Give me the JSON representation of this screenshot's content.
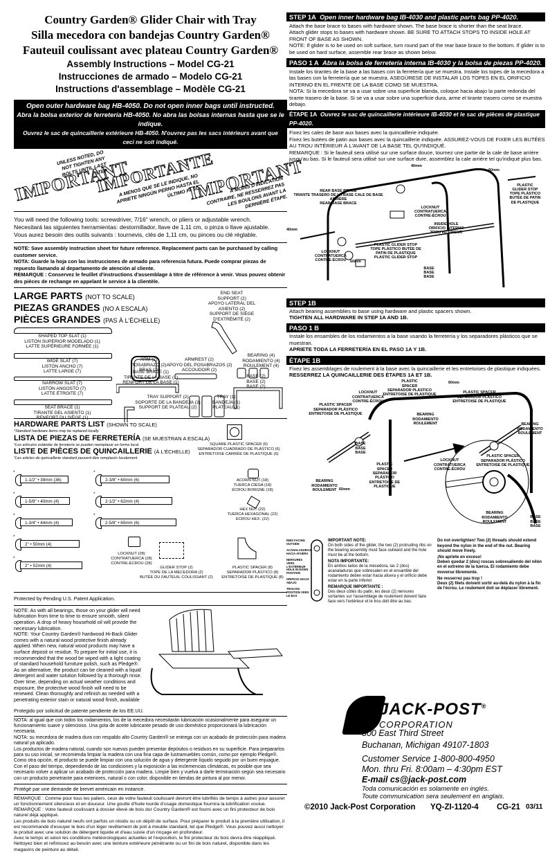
{
  "titles": {
    "en": "Country Garden® Glider Chair with Tray",
    "es": "Silla mecedora con bandejas Country Garden®",
    "fr": "Fauteuil coulissant avec plateau Country Garden®",
    "assembly_en": "Assembly Instructions – Model CG-21",
    "assembly_es": "Instrucciones de armado – Modelo CG-21",
    "assembly_fr": "Instructions d'assemblage – Modèle CG-21"
  },
  "outer_bag": {
    "en": "Open outer hardware bag HB-4050. Do not open inner bags until instructed.",
    "es": "Abra la bolsa exterior de ferretería HB-4050. No abra las bolsas internas hasta que se le indique.",
    "fr": "Ouvrez le sac de quincaillerie extérieure HB-4050. N'ouvrez pas les sacs intérieurs avant que ceci ne soit indiqué."
  },
  "important": {
    "word_en": "IMPORTANT",
    "word_es": "IMPORTANTE",
    "word_fr": "IMPORTANT",
    "text_en": "UNLESS NOTED, DO NOT TIGHTEN ANY BOLTS UNTIL LAST STEP.",
    "text_es": "A MENOS QUE SE LE INDIQUE, NO APRIETE NINGÚN PERNO HASTA EL ÚLTIMO PASO.",
    "text_fr": "À MOINS D'INDICATION CONTRAIRE, NE RESSERREZ PAS LES BOULONS AVANT LA DERNIÈRE ÉTAPE."
  },
  "tools": {
    "en": "You will need the following tools: screwdriver, 7/16\" wrench, or pliers or adjustable wrench.",
    "es": "Necesitará las siguientes herramientas: destornillador, llave de 1,11 cm, o pinza o llave ajustable.",
    "fr": "Vous aurez besoin des outils suivants : tournevis, clés de 1,11 cm, ou pinces ou clé réglable."
  },
  "save_note": {
    "en": "NOTE: Save assembly instruction sheet for future reference. Replacement parts can be purchased by calling customer service.",
    "es": "NOTA: Guarde la hoja con las instrucciones de armado para referencia futura. Puede comprar piezas de repuesto llamando al departamento de atención al cliente.",
    "fr": "REMARQUE : Conservez le feuillet d'instructions d'assemblage à titre de référence à venir. Vous pouvez obtenir des pièces de rechange en appelant le service à la clientèle."
  },
  "large_parts": {
    "h_en": "LARGE PARTS",
    "h_en_small": "(NOT TO SCALE)",
    "h_es": "PIEZAS GRANDES",
    "h_es_small": "(NO A ESCALA)",
    "h_fr": "PIÈCES GRANDES",
    "h_fr_small": "(PAS À L'ÉCHELLE)",
    "shaped_slat": "SHAPED TOP SLAT (1)\nLISTÓN SUPERIOR MODELADO (1)\nLATTE SUPÉRIEURE FORMÉE (1)",
    "wide_slat": "WIDE SLAT (7)\nLISTÓN ANCHO (7)\nLATTE LARGE (7)",
    "narrow_slat": "NARROW SLAT (7)\nLISTÓN ANGOSTO (7)\nLATTE ÉTROITE (7)",
    "seat_brace": "SEAT BRACE (1)\nTIRANTE DEL ASIENTO (1)\nRENFORT DU SIÈGE (1)",
    "arm": "ARM (2)\nPOSABRAZO (2)\nBRAS (2)",
    "end_seat_support": "END SEAT\nSUPPORT (2)\nAPOYO LATERAL DEL\nASIENTO (2)\nSUPPORT DE SIÈGE\nD'EXTRÉMITÉ (2)",
    "armrest": "ARMREST (2)\nAPOYO DEL POSABRAZOS (2)\nACCOUDOIR (2)",
    "bearing": "BEARING (4)\nRODAMIENTO (4)\nROULEMENT (4)",
    "base_brace": "BASE BRACE (1)\nTIRANTE DE LA BASE (1)\nRENFORT DE LA BASE (1)",
    "base": "BASE (2)\nBASE (2)\nBASE (2)",
    "tray_support": "TRAY SUPPORT (2)\nSOPORTE DE LA BANDEJA (2)\nSUPPORT DE PLATEAU (2)",
    "tray": "TRAY (1)\nBANDEJA (1)\nPLATEAU (1)"
  },
  "hardware": {
    "h_en": "HARDWARE PARTS LIST",
    "h_en_small": "(SHOWN TO SCALE)",
    "n_en": "*Standard hardware items may be replaced locally.",
    "h_es": "LISTA DE PIEZAS DE FERRETERÍA",
    "h_es_small": "(SE MUESTRAN A ESCALA)",
    "n_es": "*Los artículos estándar de ferretería se pueden reemplazar en forma local.",
    "h_fr": "LISTE DE PIÈCES DE QUINCAILLERIE",
    "h_fr_small": "(À L'ÉCHELLE)",
    "n_fr": "*Les articles de quincaillerie standard peuvent être remplacés localement.",
    "bolts_left": [
      "1-1/2\" • 39mm (36)",
      "1-5/8\" • 40mm (4)",
      "1-3/4\" • 44mm (4)",
      "2\" • 50mm (4)",
      "2\" • 52mm (4)"
    ],
    "bolts_right": [
      "2-3/8\" • 60mm (6)",
      "2-1/2\" • 62mm (4)",
      "2-5/8\" • 65mm (6)"
    ],
    "square_spacer": "SQUARE PLASTIC SPACER (6)\nSEPARADOR CUADRADO DE PLÁSTICO (6)\nENTRETOISE CARRÉE DE PLASTIQUE (6)",
    "acorn_nut": "ACORN NUT (18)\nTUERCA CIEGA (18)\nÉCROU BORGNE (18)",
    "hex_nut": "HEX NUT (22)\nTUERCA HEXAGONAL (22)\nÉCROU HEX. (22)",
    "locknut": "LOCKNUT (28)\nCONTRATUERCA (28)\nCONTRE-ÉCROU (28)",
    "glider_stop": "GLIDER STOP (2)\nTOPE DE LA MECEDORA (2)\nBUTÉE DU FAUTEUIL COULISSANT (2)",
    "plastic_spacer": "PLASTIC SPACER (8)\nSEPARADOR PLÁSTICO (8)\nENTRETOISE DE PLASTIQUE (8)",
    "star": "*"
  },
  "patent": {
    "en": "Protected by Pending U.S. Patent Application.",
    "es": "Protegido por solicitud de patente pendiente de los EE.UU.",
    "fr": "Protégé par une demande de brevet américain en instance."
  },
  "care_en": "NOTE: As with all bearings, those on your glider will need lubrication from time to time to ensure smooth, silent operation. A drop of heavy household oil will provide the necessary lubrication.\nNOTE: Your Country Garden® hardwood Hi-Back Glider comes with a natural wood protective finish already applied. When new, natural wood products may have a surface deposit or residue. To prepare for initial use, it is recommended that the wood be wiped with a light coating of standard household furniture polish, such as Pledge®. As an alternative, the product can be cleaned with a liquid detergent and water solution followed by a thorough rinse.\nOver time, depending on actual weather conditions and exposure, the protective wood finish will need to be renewed. Clean thoroughly and refinish as needed with a penetrating exterior stain or natural wood finish, available at retail paint stores.",
  "care_es": "NOTA: al igual que con todos los rodamientos, los de la mecedora necesitarán lubricación ocasionalmente para asegurar un funcionamiento suave y silencioso. Una gota de aceite lubricante pesado de uso doméstico proporcionará la lubricación necesaria.\nNOTA: su mecedora de madera dura con respaldo alto Country Garden® se entrega con un acabado de protección para madera natural ya aplicado.\nLos productos de madera natural, cuando son nuevos pueden presentar depósitos o residuos en su superficie. Para prepararlos para su uso inicial, se recomienda limpiar la madera con una fina capa de lustramuebles común, como por ejemplo Pledge®. Como otra opción, el producto se puede limpiar con una solución de agua y detergente líquido seguido por un buen enjuague.\nCon el paso del tiempo, dependiendo de las condiciones y la exposición a las inclemencias climáticas, es posible que sea necesario volver a aplicar un acabado de protección para madera. Limpie bien y vuelva a darle terminación según sea necesario con un producto penetrante para exteriores, natural o con color, disponible en tiendas de pintura al por menor.",
  "care_fr": "REMARQUE : Comme pour tous les paliers, ceux de votre fauteuil coulissant devront être lubrifiés de temps à autres pour assurer un fonctionnement silencieux et en douceur. Une goutte d'huile lourde d'usage domestique fournira la lubrification voulue.\nREMARQUE : Votre fauteuil coulissant à dossier élevé de bois dur Country Garden® est fourni avec un fini protecteur de bois naturel déjà appliqué.\nLes produits de bois naturel neufs ont parfois un résidu ou un dépôt de surface. Pour préparer le produit à la première utilisation, il est recommandé d'essuyer le bois d'un léger revêtement de poli à meuble standard, tel que Pledge®. Vous pouvez aussi nettoyer le produit avec une solution de détergent liquide et d'eau suivie d'un rinçage en profondeur.\nAvec le temps et selon les conditions météorologiques actuelles et l'exposition, le fini protecteur du bois devra être réappliqué. Nettoyez bien et refinissez au besoin avec une teinture extérieure pénétrante ou un fini de bois naturel, disponible dans les magasins de peinture au détail.",
  "step1a": {
    "bar_en": "STEP 1A",
    "t_en": "Open inner hardware bag IB-4030 and plastic parts bag PP-4020.",
    "p_en": "Attach the base brace to bases with hardware shown. The base brace is shorter than the seat brace.\nAttach glider stops to bases with hardware shown. BE SURE TO ATTACH STOPS TO INSIDE HOLE AT FRONT OF BASE AS SHOWN.\nNOTE: If glider is to be used on soft surface, turn round part of the rear base brace to the bottom. If glider is to be used on hard surface, assemble rear brace as shown below.",
    "bar_es": "PASO 1 A",
    "t_es": "Abra la bolsa de ferretería interna IB-4030 y la bolsa de piezas PP-4020.",
    "p_es": "Instale los tirantes de la base a las bases con la ferretería que se muestra. Instale los topes de la mecedora a las bases con la ferretería que se muestra. ASEGÚRESE DE INSTALAR LOS TOPES EN EL ORIFICIO INTERNO EN EL FRENTE DE LA BASE COMO SE MUESTRA.\nNOTA: Si la mecedora se va a usar sobre una superficie blanda, coloque hacia abajo la parte redonda del tirante trasero de la base. Si se va a usar sobre una superficie dura, arme el tirante trasero como se muestra debajo.",
    "bar_fr": "ÉTAPE 1A",
    "t_fr": "Ouvrez le sac de quincaillerie intérieure IB-4030 et le sac de pièces de plastique PP-4020.",
    "p_fr": "Fixez les cales de base aux bases avec la quincaillerie indiquée.\nFixez les butées de patin aux bases avec la quincaillerie indiquée. ASSUREZ-VOUS DE FIXER LES BUTÉES AU TROU INTÉRIEUR À L'AVANT DE LA BASE TEL QU'INDIQUÉ.\nREMARQUE : Si le fauteuil sera utilisé sur une surface douce, tournez une partie de la cale de base arrière jusqu'au bas. Si le fauteuil sera utilisé sur une surface dure, assemblez la cale arrière tel qu'indiqué plus bas."
  },
  "diagram1a": {
    "d40a": "40mm",
    "d60": "60mm",
    "rear_base_brace": "REAR BASE BRACE\nTIRANTE TRASERO DE LA BASE CALE DE BASE ARRIÈRE\nREAR BASE BRACE",
    "plastic_glider_stop_r": "PLASTIC\nGLIDER STOP\nTOPE PLÁSTICO\nBUTÉE DE PATIN\nDE PLASTIQUE",
    "locknut_r": "LOCKNUT\nCONTRATUERCA\nCONTRE-ÉCROU",
    "inside_hole": "INSIDE HOLE\nORIFICIO INTERNO\nTROU INTÉRIEUR",
    "d40b": "40mm",
    "locknut_l": "LOCKNUT\nCONTRATUERCA\nCONTRE-ÉCROU",
    "d60b": "60mm",
    "plastic_glider_stop_c": "PLASTIC GLIDER STOP\nTOPE PLÁSTICO BUTÉE DE\nPATIN DE PLASTIQUE\nPLASTIC GLIDER STOP",
    "base": "BASE\nBASE\nBASE"
  },
  "step1b": {
    "bar_en": "STEP 1B",
    "p_en": "Attach bearing assemblies to base using hardware and plastic spacers shown.",
    "b_en": "TIGHTEN ALL HARDWARE IN STEP 1A AND 1B.",
    "bar_es": "PASO 1 B",
    "p_es": "Instale los ensambles de los rodamientos a la base usando la ferretería y los separadores plásticos que se muestran.",
    "b_es": "APRIETE TODA LA FERRETERÍA EN EL PASO 1A Y 1B.",
    "bar_fr": "ÉTAPE 1B",
    "p_fr": "Fixez les assemblages de roulement à la base avec la quincaillerie et les entretoises de plastique indiquées.",
    "b_fr": "RESSERREZ LA QUINCAILLERIE DES ÉTAPES 1A ET 1B."
  },
  "diagram1b": {
    "spacer_top": "PLASTIC\nSPACER\nSEPARADOR PLÁSTICO\nENTRETOISE DE PLASTIQUE",
    "d60": "60mm",
    "locknut_l": "LOCKNUT\nCONTRATUERCA\nCONTRE-ÉCROU",
    "spacer_l": "PLASTIC SPACER\nSEPARADOR PLÁSTICO\nENTRETOISE DE PLASTIQUE",
    "spacer_r": "PLASTIC SPACER\nSEPARADOR PLÁSTICO\nENTRETOISE DE PLASTIQUE",
    "bearing_c": "BEARING\nRODAMIENTO\nROULEMENT",
    "bearing_r": "BEARING\nRODAMIENTO\nROULEMENT",
    "base": "BASE\nBASE\nBASE",
    "locknut_c": "LOCKNUT\nCONTRATUERCA\nCONTRE-ÉCROU",
    "spacer_c": "PLASTIC\nSPACER\nSEPARADOR\nPLÁSTICO\nENTRETOISE DE\nPLASTIQUE",
    "bearing_bl": "BEARING\nRODAMIENTO\nROULEMENT",
    "d60b": "60mm",
    "spacer_zoom": "PLASTIC SPACER\nSEPARADOR PLÁSTICO\nENTRETOISE DE PLASTIQUE",
    "bearing_zoom": "BEARING\nRODAMIENTO\nROULEMENT",
    "base_zoom": "BASE\nBASE\nBASE"
  },
  "bearing_note": {
    "legend": [
      "RIBS FACING OUTSIDE",
      "ACANALADURAS HACIA AFUERA",
      "NERVURES VERS L'EXTÉRIEUR",
      "HOLE IN DOWN POSITION",
      "ORIFICIO HACIA ABAJO",
      "TROU EN POSITION VERS LE BAS"
    ],
    "h_en": "IMPORTANT NOTE:",
    "p_en": "On both sides of the glider, the two (2) protruding ribs on the bearing assembly must face outward and the hole must be at the bottom.",
    "h_es": "NOTA IMPORTANTE:",
    "p_es": "En ambos lados de la mecedora, las 2 (dos) acanaladuras que sobresalen en el ensamble del rodamiento deben estar hacia afuera y el orificio debe estar en la parte inferior.",
    "h_fr": "REMARQUE IMPORTANTE :",
    "p_fr": "Des deux côtés du patin, les deux (2) nervures sortantes sur l'assemblage de roulement doivent faire face vers l'extérieur et le trou doit être au bas."
  },
  "overtight": {
    "en": "Do not overtighten! Two (2) threads should extend beyond the nylon in the end of the nut. Bearing should move freely.",
    "es": "¡No apriete en exceso!\nDeben quedar 2 (dos) roscas sobresaliendo del nilón en el extremo de la tuerca. El rodamiento debe moverse libremente.",
    "fr": "Ne resserrez pas trop !\nDeux (2) filets doivent sortir au-delà du nylon à la fin de l'écrou. Le roulement doit se déplacer librement."
  },
  "contact": {
    "brand": "JACK-POST",
    "reg": "®",
    "corp": "CORPORATION",
    "addr1": "800 East Third Street",
    "addr2": "Buchanan, Michigan 49107-1803",
    "service": "Customer Service 1-800-800-4950",
    "hours": "Mon. thru Fri. 8:00am – 4:30pm EST",
    "email": "E-mail cs@jack-post.com",
    "es": "Toda comunicación es solamente en inglés.",
    "es2": "Toute communication sera seulement en anglais."
  },
  "footer": {
    "copyright": "©2010 Jack-Post Corporation",
    "code": "YQ-ZI-1120-4",
    "model": "CG-21",
    "date": "03/11"
  }
}
